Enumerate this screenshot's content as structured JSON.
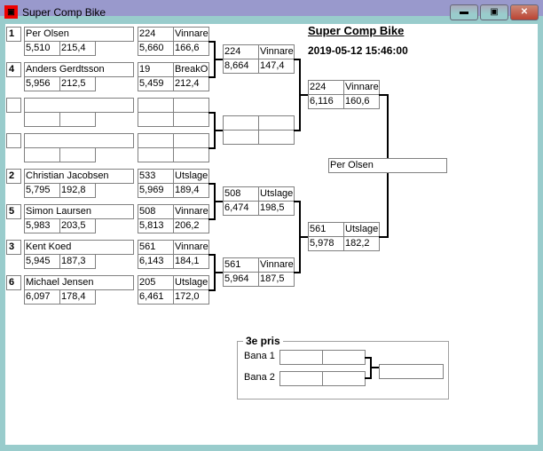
{
  "window": {
    "title": "Super Comp Bike",
    "icon": "app-flag-icon",
    "controls": [
      "minimize-icon",
      "maximize-icon",
      "close-icon"
    ]
  },
  "header": {
    "title": "Super Comp Bike",
    "datetime": "2019-05-12 15:46:00"
  },
  "seeds": [
    {
      "seed": "1",
      "name": "Per Olsen",
      "rt": "5,510",
      "speed": "215,4"
    },
    {
      "seed": "4",
      "name": "Anders Gerdtsson",
      "rt": "5,956",
      "speed": "212,5"
    },
    {
      "seed": "",
      "name": "",
      "rt": "",
      "speed": ""
    },
    {
      "seed": "",
      "name": "",
      "rt": "",
      "speed": ""
    },
    {
      "seed": "2",
      "name": "Christian Jacobsen",
      "rt": "5,795",
      "speed": "192,8"
    },
    {
      "seed": "5",
      "name": "Simon Laursen",
      "rt": "5,983",
      "speed": "203,5"
    },
    {
      "seed": "3",
      "name": "Kent Koed",
      "rt": "5,945",
      "speed": "187,3"
    },
    {
      "seed": "6",
      "name": "Michael Jensen",
      "rt": "6,097",
      "speed": "178,4"
    }
  ],
  "round1": [
    {
      "no": "224",
      "result": "Vinnare",
      "et": "5,660",
      "speed": "166,6"
    },
    {
      "no": "19",
      "result": "BreakOut",
      "et": "5,459",
      "speed": "212,4"
    },
    {
      "no": "",
      "result": "",
      "et": "",
      "speed": ""
    },
    {
      "no": "",
      "result": "",
      "et": "",
      "speed": ""
    },
    {
      "no": "533",
      "result": "Utslagen",
      "et": "5,969",
      "speed": "189,4"
    },
    {
      "no": "508",
      "result": "Vinnare",
      "et": "5,813",
      "speed": "206,2"
    },
    {
      "no": "561",
      "result": "Vinnare",
      "et": "6,143",
      "speed": "184,1"
    },
    {
      "no": "205",
      "result": "Utslagen",
      "et": "6,461",
      "speed": "172,0"
    }
  ],
  "round2": [
    {
      "no": "224",
      "result": "Vinnare",
      "et": "8,664",
      "speed": "147,4"
    },
    {
      "no": "",
      "result": "",
      "et": "",
      "speed": ""
    },
    {
      "no": "508",
      "result": "Utslagen",
      "et": "6,474",
      "speed": "198,5"
    },
    {
      "no": "561",
      "result": "Vinnare",
      "et": "5,964",
      "speed": "187,5"
    }
  ],
  "round3": [
    {
      "no": "224",
      "result": "Vinnare",
      "et": "6,116",
      "speed": "160,6"
    },
    {
      "no": "561",
      "result": "Utslagen",
      "et": "5,978",
      "speed": "182,2"
    }
  ],
  "winner": "Per Olsen",
  "third_place": {
    "title": "3e pris",
    "lane1_label": "Bana 1",
    "lane2_label": "Bana 2",
    "lane1": [
      "",
      ""
    ],
    "lane2": [
      "",
      ""
    ],
    "winner": ""
  }
}
